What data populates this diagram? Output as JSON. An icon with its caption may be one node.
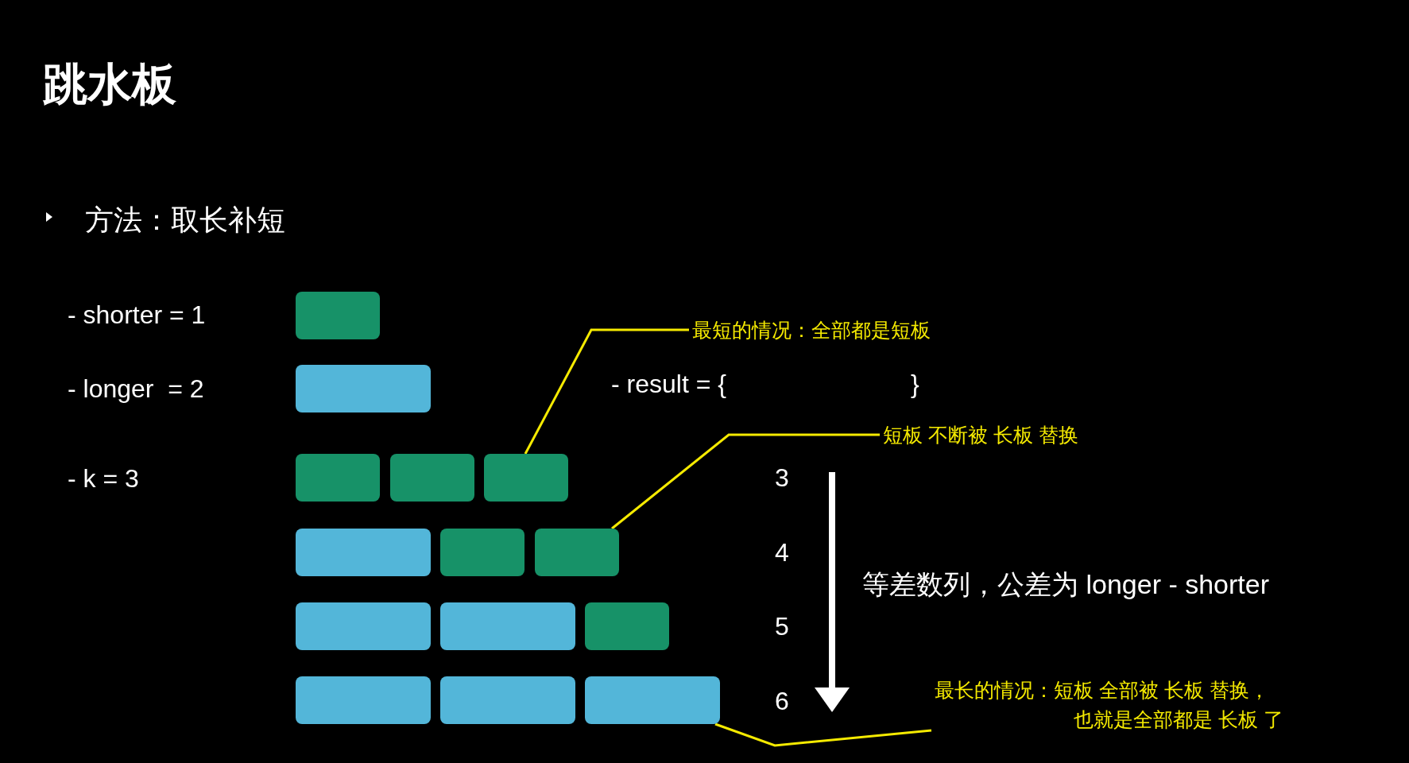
{
  "diagram": {
    "title": "跳水板",
    "nodes": [
      {
        "text": [
          "最短的情况：全部都是短板"
        ]
      },
      {
        "text": [
          "短板 不断被 长板 替换"
        ]
      },
      {
        "text": [
          "最长的情况：短板 全部被 长板 替换，",
          "也就是全部都是 长板 了"
        ]
      },
      {
        "text": [],
        "shape": "box"
      },
      {
        "text": [],
        "shape": "box"
      },
      {
        "text": [],
        "shape": "box"
      },
      {
        "text": [],
        "shape": "box"
      },
      {
        "text": [],
        "shape": "box"
      },
      {
        "text": [],
        "shape": "box"
      },
      {
        "text": [],
        "shape": "box"
      },
      {
        "text": [],
        "shape": "box"
      },
      {
        "text": [],
        "shape": "box"
      },
      {
        "text": [],
        "shape": "box"
      },
      {
        "text": [],
        "shape": "box"
      },
      {
        "text": [],
        "shape": "box"
      },
      {
        "text": [],
        "shape": "box"
      },
      {
        "text": [],
        "shape": "box"
      }
    ],
    "edges": [
      {
        "from": 0,
        "to": 7,
        "arrow": "none"
      },
      {
        "from": 1,
        "to": 10,
        "arrow": "none"
      },
      {
        "from": 2,
        "to": 16,
        "arrow": "none"
      }
    ],
    "labels": [
      "方法：取长补短",
      "- shorter = 1",
      "- longer  = 2",
      "- k = 3",
      "- result = {",
      "}",
      "3",
      "4",
      "5",
      "6",
      "等差数列，公差为 longer - shorter"
    ]
  }
}
